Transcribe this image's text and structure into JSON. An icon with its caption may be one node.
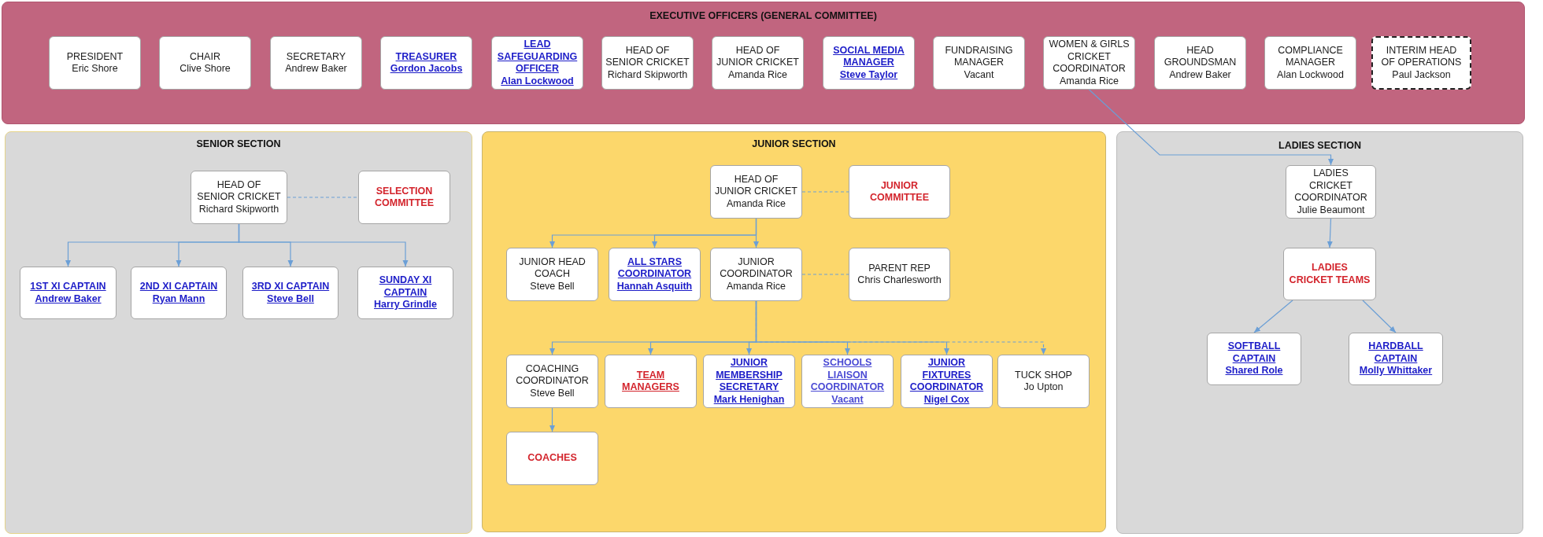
{
  "diagram": {
    "nodes": [
      {
        "text": [
          "EXECUTIVE OFFICERS (GENERAL COMMITTEE)"
        ]
      },
      {
        "text": [
          "PRESIDENT",
          "Eric Shore"
        ],
        "in": 0
      },
      {
        "text": [
          "CHAIR",
          "Clive Shore"
        ],
        "in": 0
      },
      {
        "text": [
          "SECRETARY",
          "Andrew Baker"
        ],
        "in": 0
      },
      {
        "text": [
          "TREASURER",
          "Gordon Jacobs"
        ],
        "in": 0
      },
      {
        "text": [
          "LEAD SAFEGUARDING OFFICER",
          "Alan Lockwood"
        ],
        "in": 0
      },
      {
        "text": [
          "HEAD OF SENIOR CRICKET",
          "Richard Skipworth"
        ],
        "in": 0
      },
      {
        "text": [
          "HEAD OF JUNIOR CRICKET",
          "Amanda Rice"
        ],
        "in": 0
      },
      {
        "text": [
          "SOCIAL MEDIA MANAGER",
          "Steve Taylor"
        ],
        "in": 0
      },
      {
        "text": [
          "FUNDRAISING MANAGER",
          "Vacant"
        ],
        "in": 0
      },
      {
        "text": [
          "WOMEN & GIRLS CRICKET COORDINATOR",
          "Amanda Rice"
        ],
        "in": 0
      },
      {
        "text": [
          "HEAD GROUNDSMAN",
          "Andrew Baker"
        ],
        "in": 0
      },
      {
        "text": [
          "COMPLIANCE MANAGER",
          "Alan Lockwood"
        ],
        "in": 0
      },
      {
        "text": [
          "INTERIM HEAD OF OPERATIONS",
          "Paul Jackson"
        ],
        "in": 0
      },
      {
        "text": [
          "SENIOR SECTION"
        ]
      },
      {
        "text": [
          "HEAD OF SENIOR CRICKET",
          "Richard Skipworth"
        ],
        "in": 14
      },
      {
        "text": [
          "SELECTION COMMITTEE"
        ],
        "in": 14
      },
      {
        "text": [
          "1ST XI CAPTAIN",
          "Andrew Baker"
        ],
        "in": 14
      },
      {
        "text": [
          "2ND XI CAPTAIN",
          "Ryan Mann"
        ],
        "in": 14
      },
      {
        "text": [
          "3RD XI CAPTAIN",
          "Steve Bell"
        ],
        "in": 14
      },
      {
        "text": [
          "SUNDAY XI CAPTAIN",
          "Harry Grindle"
        ],
        "in": 14
      },
      {
        "text": [
          "JUNIOR SECTION"
        ]
      },
      {
        "text": [
          "HEAD OF JUNIOR CRICKET",
          "Amanda Rice"
        ],
        "in": 21
      },
      {
        "text": [
          "JUNIOR COMMITTEE"
        ],
        "in": 21
      },
      {
        "text": [
          "JUNIOR HEAD COACH",
          "Steve Bell"
        ],
        "in": 21
      },
      {
        "text": [
          "ALL STARS COORDINATOR",
          "Hannah Asquith"
        ],
        "in": 21
      },
      {
        "text": [
          "JUNIOR COORDINATOR",
          "Amanda Rice"
        ],
        "in": 21
      },
      {
        "text": [
          "PARENT REP",
          "Chris Charlesworth"
        ],
        "in": 21
      },
      {
        "text": [
          "COACHING COORDINATOR",
          "Steve Bell"
        ],
        "in": 21
      },
      {
        "text": [
          "TEAM MANAGERS"
        ],
        "in": 21
      },
      {
        "text": [
          "JUNIOR MEMBERSHIP SECRETARY",
          "Mark Henighan"
        ],
        "in": 21
      },
      {
        "text": [
          "SCHOOLS LIAISON COORDINATOR",
          "Vacant"
        ],
        "in": 21
      },
      {
        "text": [
          "JUNIOR FIXTURES COORDINATOR",
          "Nigel Cox"
        ],
        "in": 21
      },
      {
        "text": [
          "TUCK SHOP",
          "Jo Upton"
        ],
        "in": 21
      },
      {
        "text": [
          "COACHES"
        ],
        "in": 21
      },
      {
        "text": [
          "LADIES SECTION"
        ]
      },
      {
        "text": [
          "LADIES CRICKET COORDINATOR",
          "Julie Beaumont"
        ],
        "in": 35
      },
      {
        "text": [
          "LADIES CRICKET TEAMS"
        ],
        "in": 35
      },
      {
        "text": [
          "SOFTBALL CAPTAIN",
          "Shared Role"
        ],
        "in": 35
      },
      {
        "text": [
          "HARDBALL CAPTAIN",
          "Molly Whittaker"
        ],
        "in": 35
      }
    ],
    "edges": [
      {
        "from": 15,
        "to": 16,
        "arrow": "none",
        "style": "dashed"
      },
      {
        "from": 15,
        "to": 17,
        "arrow": "to"
      },
      {
        "from": 15,
        "to": 18,
        "arrow": "to"
      },
      {
        "from": 15,
        "to": 19,
        "arrow": "to"
      },
      {
        "from": 15,
        "to": 20,
        "arrow": "to"
      },
      {
        "from": 22,
        "to": 23,
        "arrow": "none",
        "style": "dashed"
      },
      {
        "from": 22,
        "to": 24,
        "arrow": "to"
      },
      {
        "from": 22,
        "to": 25,
        "arrow": "to"
      },
      {
        "from": 22,
        "to": 26,
        "arrow": "to"
      },
      {
        "from": 26,
        "to": 27,
        "arrow": "none",
        "style": "dashed"
      },
      {
        "from": 26,
        "to": 28,
        "arrow": "to"
      },
      {
        "from": 26,
        "to": 29,
        "arrow": "to"
      },
      {
        "from": 26,
        "to": 30,
        "arrow": "to"
      },
      {
        "from": 26,
        "to": 31,
        "arrow": "to"
      },
      {
        "from": 26,
        "to": 32,
        "arrow": "to"
      },
      {
        "from": 26,
        "to": 33,
        "arrow": "to",
        "style": "dashed"
      },
      {
        "from": 28,
        "to": 34,
        "arrow": "to"
      },
      {
        "from": 10,
        "to": 36,
        "arrow": "to"
      },
      {
        "from": 36,
        "to": 37,
        "arrow": "to"
      },
      {
        "from": 37,
        "to": 38,
        "arrow": "to"
      },
      {
        "from": 37,
        "to": 39,
        "arrow": "to"
      }
    ]
  }
}
